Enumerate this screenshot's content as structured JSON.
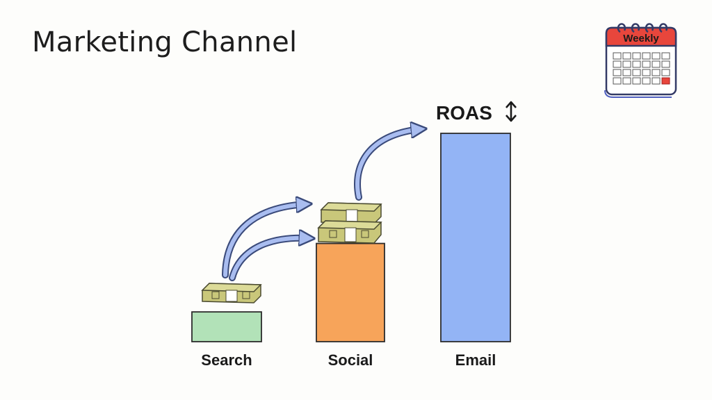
{
  "header": {
    "title": "Marketing Channel"
  },
  "calendar": {
    "label": "Weekly",
    "icon": "calendar-icon"
  },
  "chart_data": {
    "type": "bar",
    "title": "Marketing Channel",
    "ylabel": "ROAS",
    "ylabel_icon": "up-down-arrow-icon",
    "categories": [
      "Search",
      "Social",
      "Email"
    ],
    "values": [
      1,
      3.3,
      7
    ],
    "ylim": [
      0,
      7
    ],
    "colors": [
      "#b2e2b8",
      "#f7a45a",
      "#93b4f5"
    ],
    "grid": false,
    "decorations": [
      "money-stack-icon",
      "curved-arrow-icon"
    ]
  },
  "colors": {
    "arrow_fill": "#a9bdf0",
    "arrow_stroke": "#3a4a7a",
    "money": "#c9c77a",
    "calendar_red": "#e8463c"
  }
}
